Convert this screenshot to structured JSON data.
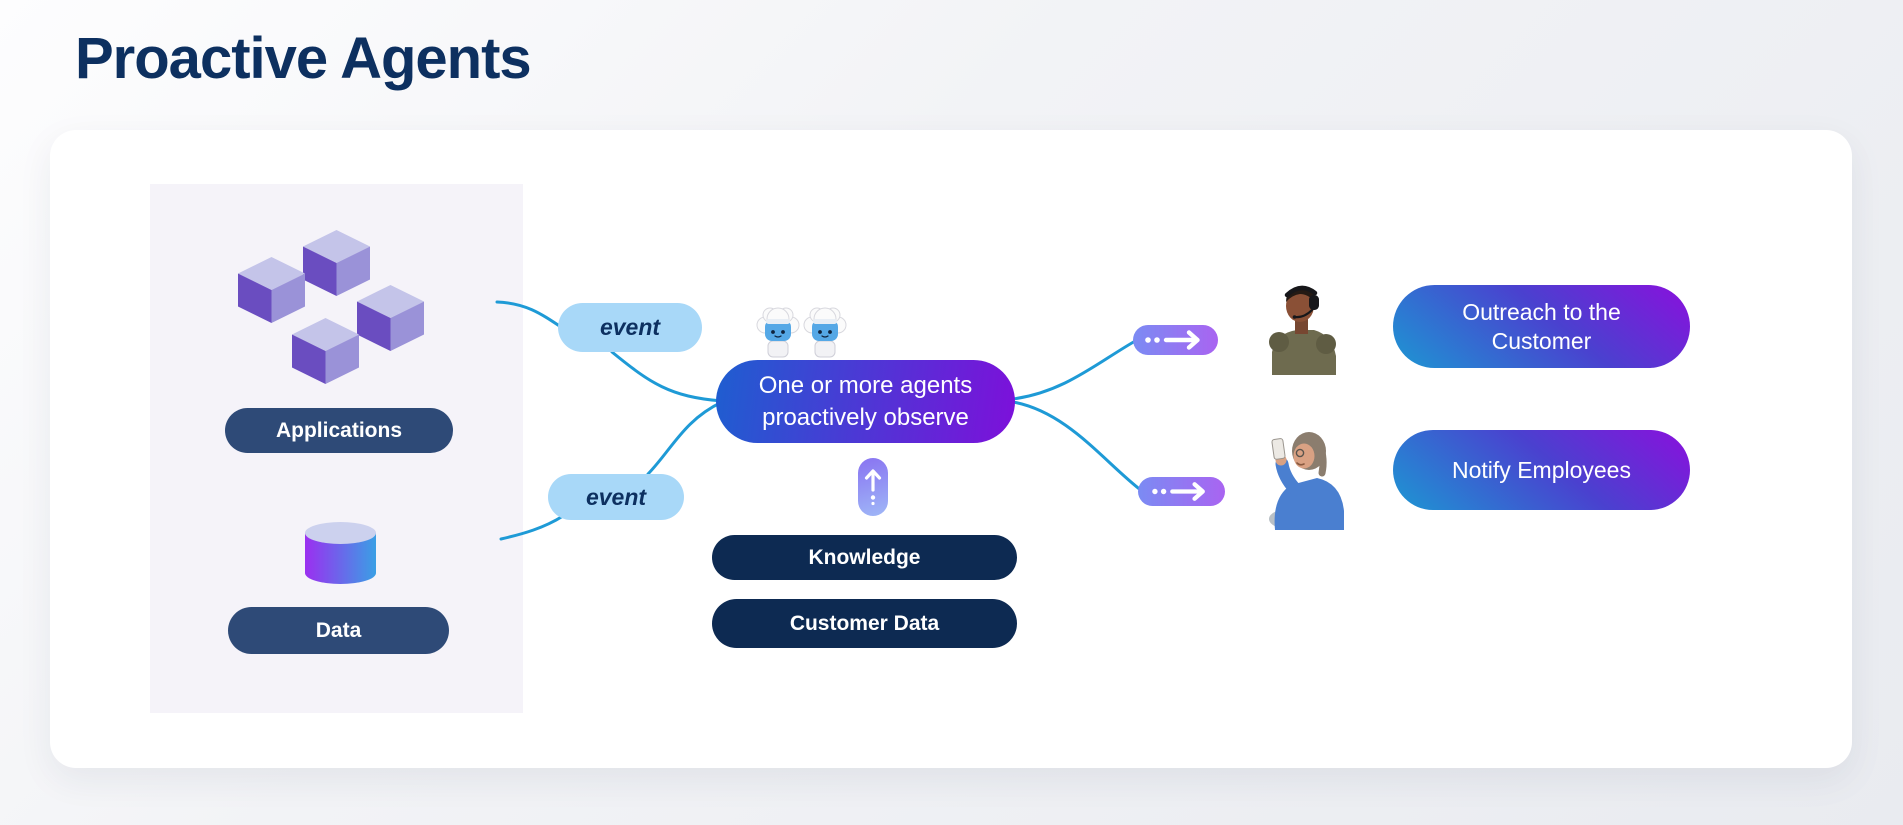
{
  "title": "Proactive Agents",
  "sources_panel": {
    "applications_label": "Applications",
    "data_label": "Data"
  },
  "events": {
    "top_label": "event",
    "bottom_label": "event"
  },
  "agent_node": {
    "line1": "One or more agents",
    "line2": "proactively observe"
  },
  "grounding": {
    "knowledge_label": "Knowledge",
    "customer_data_label": "Customer Data"
  },
  "outcomes": {
    "outreach_label": "Outreach to the Customer",
    "notify_label": "Notify Employees"
  },
  "icons": {
    "cubes": "application-cubes-icon",
    "cylinder": "data-cylinder-icon",
    "mascot": "einstein-agent-mascot-icon",
    "upload_arrow": "arrow-up-dotted-icon",
    "dashed_arrow": "dashed-arrow-right-icon",
    "customer_photo": "customer-with-headset-photo",
    "employee_photo": "employee-with-phone-photo"
  },
  "colors": {
    "title_text": "#0d3060",
    "card_bg": "#ffffff",
    "panel_bg": "#f5f3f9",
    "navy_pill": "#2e4a77",
    "dark_navy_pill": "#0d2a52",
    "event_pill_bg": "#a8d8f8",
    "wire_blue": "#1e9ad6",
    "agent_gradient_start": "#1e5ed0",
    "agent_gradient_end": "#7d10da",
    "outcome_gradient_start": "#1d97d3",
    "outcome_gradient_end": "#8a10dd",
    "arrow_pill_start": "#7b8bf3",
    "arrow_pill_end": "#a964f1",
    "cube_top": "#c4c4e9",
    "cube_left": "#6a4dc0",
    "cube_right": "#9a92d8"
  }
}
